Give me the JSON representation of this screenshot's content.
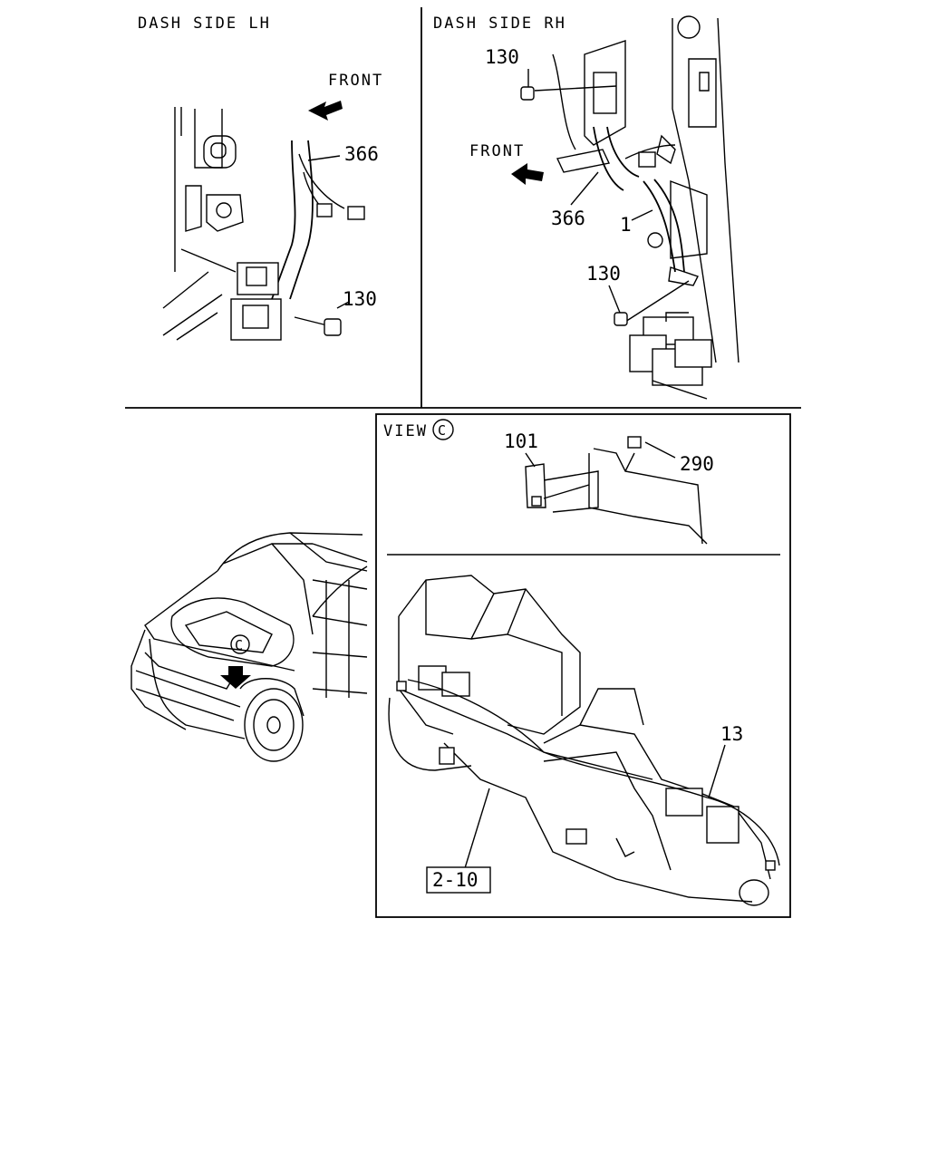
{
  "panels": {
    "dash_lh": {
      "title": "DASH SIDE LH",
      "front": "FRONT",
      "callouts": [
        "366",
        "130"
      ]
    },
    "dash_rh": {
      "title": "DASH SIDE RH",
      "front": "FRONT",
      "callouts": [
        "130",
        "366",
        "1",
        "130"
      ]
    },
    "view_c": {
      "title": "VIEW",
      "circle": "C",
      "callouts": [
        "101",
        "290",
        "13"
      ],
      "ref_box": "2-10"
    },
    "vehicle": {
      "marker": "C"
    }
  }
}
